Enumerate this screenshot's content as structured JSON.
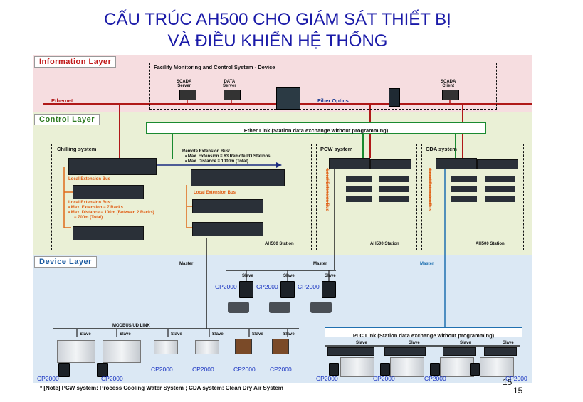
{
  "title": {
    "line1": "CẤU TRÚC AH500 CHO GIÁM SÁT THIẾT BỊ",
    "line2": "VÀ ĐIỀU KHIỂN HỆ THỐNG"
  },
  "layers": {
    "information": "Information Layer",
    "control": "Control Layer",
    "device": "Device Layer"
  },
  "colors": {
    "information_bg": "#f6dde0",
    "control_bg": "#eaf0d6",
    "device_bg": "#dbe8f4",
    "ethernet": "#b01818",
    "ether_link": "#1a8a30",
    "local_bus": "#e06a1a",
    "plc_link": "#2070b0"
  },
  "information": {
    "facility_box": "Facility Monitoring and Control System - Device",
    "ethernet_label": "Ethernet",
    "fiber_label": "Fiber Optics",
    "scada_server": "SCADA\nServer",
    "data_server": "DATA\nServer",
    "scada_client": "SCADA\nClient"
  },
  "control": {
    "ether_link": "Ether Link (Station data exchange without programming)",
    "chilling_system": "Chilling system",
    "remote_bus_title": "Remote Extension Bus:",
    "remote_bus_1": "• Max. Extension = 63 Remote I/O Stations",
    "remote_bus_2": "• Max. Distance = 1000m (Total)",
    "local_bus_1": "Local Extension Bus",
    "local_bus_2": "Local Extension Bus",
    "local_bus_spec_title": "Local Extension Bus:",
    "local_bus_spec_1": "• Max. Extension = 7 Racks",
    "local_bus_spec_2": "• Max. Distance = 100m (Between 2 Racks)",
    "local_bus_spec_3": "= 700m (Total)",
    "pcw_system": "PCW system",
    "cda_system": "CDA system",
    "local_bus_vertical": "Local Extension Bus",
    "station_label": "AH500 Station"
  },
  "device": {
    "master": "Master",
    "slave": "Slave",
    "modbus_link": "MODBUS/UD LINK",
    "plc_link": "PLC Link (Station data exchange without programming)",
    "drive_label": "CP2000"
  },
  "note": "* [Note] PCW system: Process Cooling Water System ; CDA system: Clean Dry Air System",
  "page_number_1": "15",
  "page_number_2": "15"
}
